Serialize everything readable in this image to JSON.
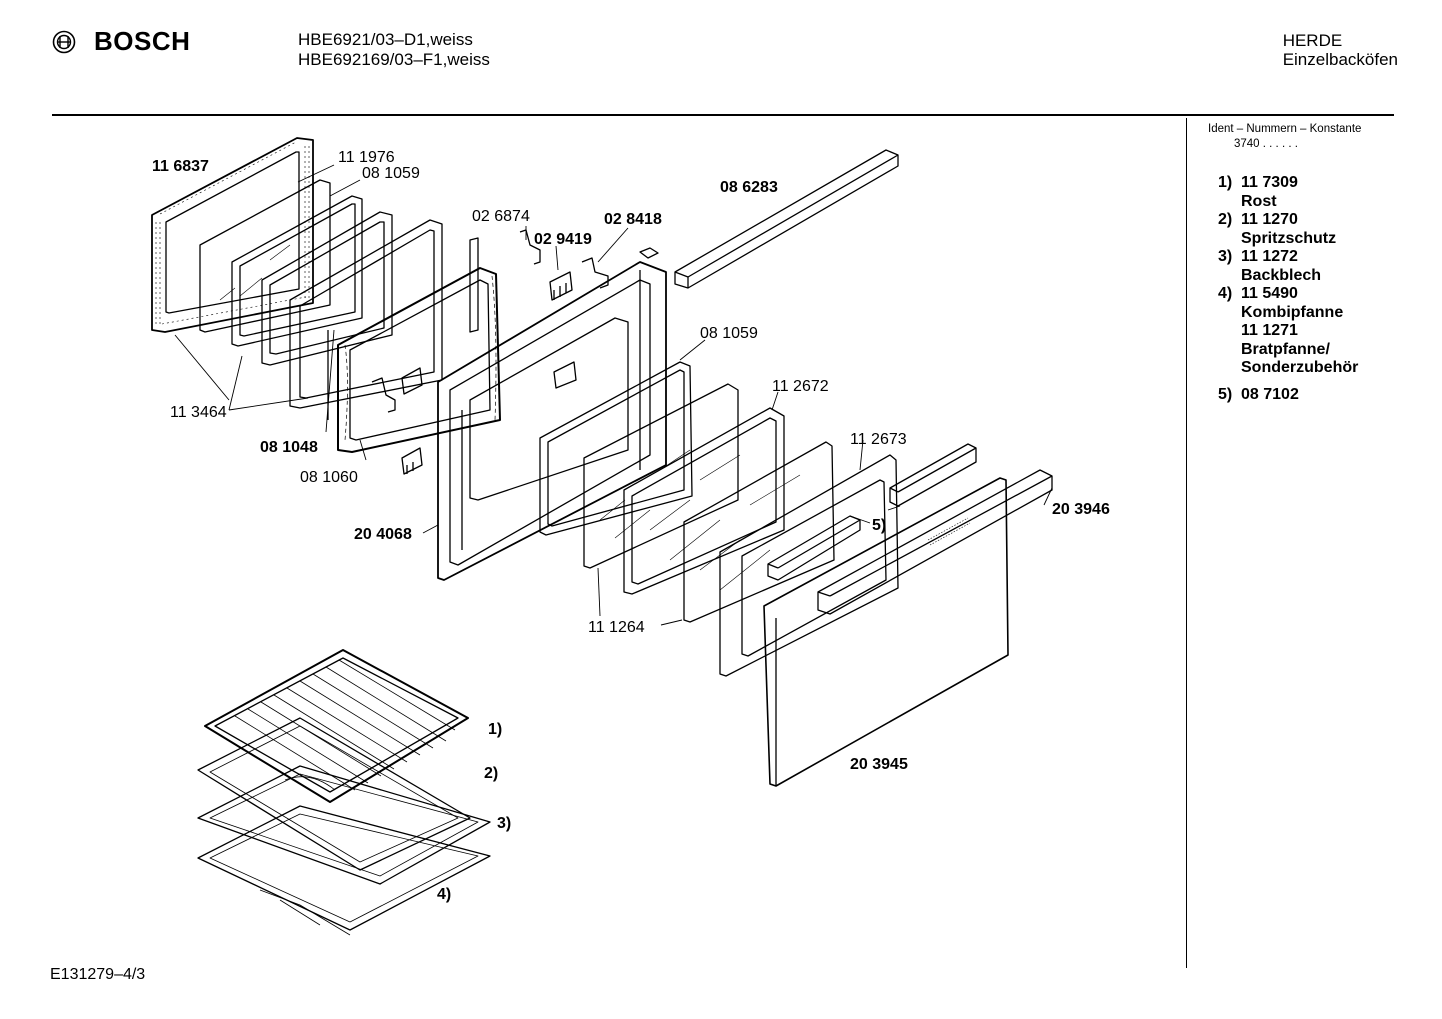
{
  "header": {
    "brand": "BOSCH",
    "models": [
      "HBE6921/03–D1,weiss",
      "HBE692169/03–F1,weiss"
    ],
    "category": [
      "HERDE",
      "Einzelbacköfen"
    ]
  },
  "ident": {
    "title": "Ident – Nummern – Konstante",
    "value": "3740 . . . . . ."
  },
  "legend": [
    {
      "num": "1)",
      "lines": [
        "11 7309",
        "Rost"
      ]
    },
    {
      "num": "2)",
      "lines": [
        "11 1270",
        "Spritzschutz"
      ]
    },
    {
      "num": "3)",
      "lines": [
        "11 1272",
        "Backblech"
      ]
    },
    {
      "num": "4)",
      "lines": [
        "11 5490",
        "Kombipfanne",
        "11 1271",
        "Bratpfanne/",
        "Sonderzubehör"
      ]
    },
    {
      "num": "5)",
      "lines": [
        "08 7102"
      ]
    }
  ],
  "parts": {
    "p116837": "11 6837",
    "p111976": "11 1976",
    "p081059a": "08 1059",
    "p026874": "02 6874",
    "p029419": "02 9419",
    "p028418": "02 8418",
    "p086283": "08 6283",
    "p081059b": "08 1059",
    "p112672": "11 2672",
    "p113464": "11 3464",
    "p081048": "08 1048",
    "p081060": "08 1060",
    "p112673": "11 2673",
    "p5": "5)",
    "p203946": "20 3946",
    "p204068": "20 4068",
    "p111264": "11 1264",
    "p203945": "20 3945",
    "acc1": "1)",
    "acc2": "2)",
    "acc3": "3)",
    "acc4": "4)"
  },
  "footer": "E131279–4/3"
}
